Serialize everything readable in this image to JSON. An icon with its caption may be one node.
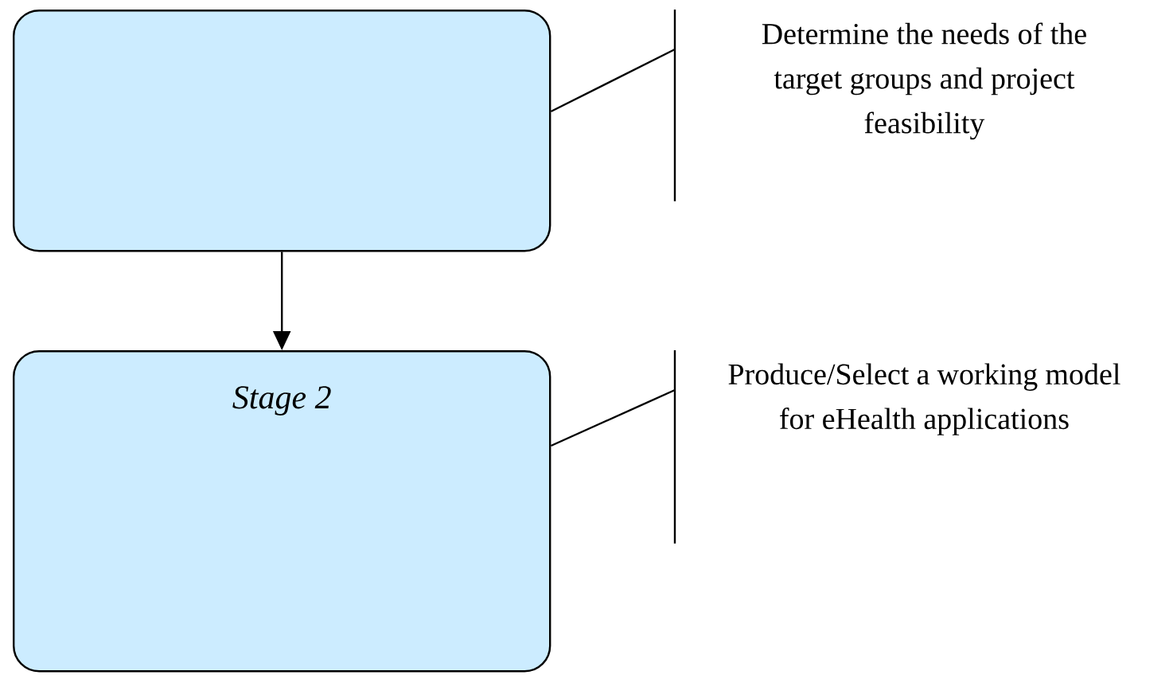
{
  "diagram": {
    "nodes": [
      {
        "text": [],
        "shape": "box"
      },
      {
        "text": [
          "Determine the needs of the target groups and project feasibility"
        ]
      },
      {
        "text": [
          "Stage 2"
        ]
      },
      {
        "text": [
          "Produce/Select a working model for eHealth applications"
        ]
      }
    ],
    "edges": [
      {
        "from": 0,
        "to": 2,
        "arrow": "to"
      },
      {
        "from": 0,
        "to": 1,
        "arrow": "none"
      },
      {
        "from": 2,
        "to": 3,
        "arrow": "none"
      }
    ]
  }
}
